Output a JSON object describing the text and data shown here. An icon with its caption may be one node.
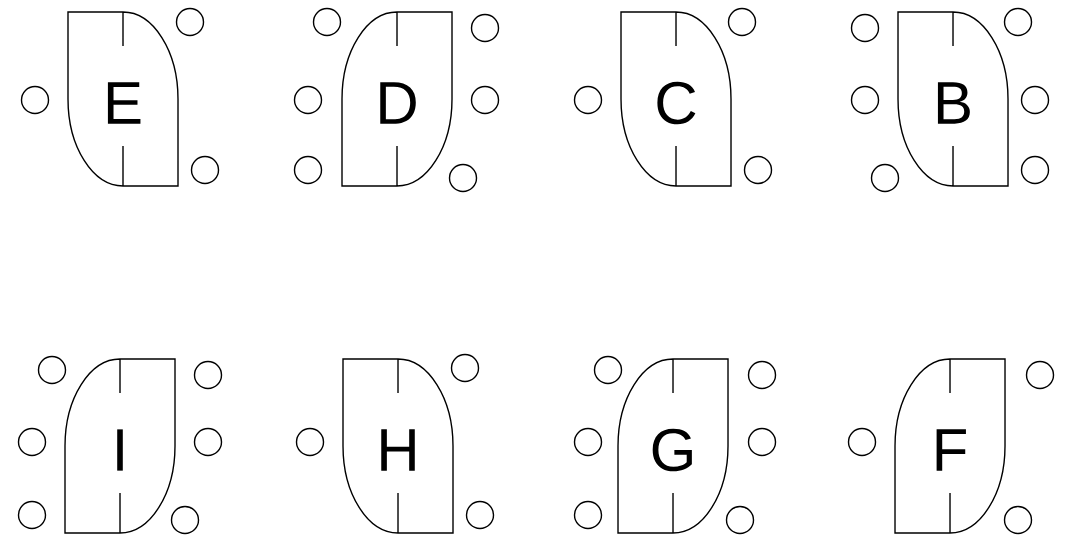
{
  "diagram": {
    "nodes": [
      {
        "text": [
          "E"
        ]
      },
      {
        "text": [
          "D"
        ]
      },
      {
        "text": [
          "C"
        ]
      },
      {
        "text": [
          "B"
        ]
      },
      {
        "text": [
          "I"
        ]
      },
      {
        "text": [
          "H"
        ]
      },
      {
        "text": [
          "G"
        ]
      },
      {
        "text": [
          "F"
        ]
      },
      {
        "text": [],
        "shape": "circle"
      },
      {
        "text": [],
        "shape": "circle"
      },
      {
        "text": [],
        "shape": "circle"
      },
      {
        "text": [],
        "shape": "circle"
      },
      {
        "text": [],
        "shape": "circle"
      },
      {
        "text": [],
        "shape": "circle"
      },
      {
        "text": [],
        "shape": "circle"
      },
      {
        "text": [],
        "shape": "circle"
      },
      {
        "text": [],
        "shape": "circle"
      },
      {
        "text": [],
        "shape": "circle"
      },
      {
        "text": [],
        "shape": "circle"
      },
      {
        "text": [],
        "shape": "circle"
      },
      {
        "text": [],
        "shape": "circle"
      },
      {
        "text": [],
        "shape": "circle"
      },
      {
        "text": [],
        "shape": "circle"
      },
      {
        "text": [],
        "shape": "circle"
      },
      {
        "text": [],
        "shape": "circle"
      },
      {
        "text": [],
        "shape": "circle"
      },
      {
        "text": [],
        "shape": "circle"
      },
      {
        "text": [],
        "shape": "circle"
      },
      {
        "text": [],
        "shape": "circle"
      },
      {
        "text": [],
        "shape": "circle"
      },
      {
        "text": [],
        "shape": "circle"
      },
      {
        "text": [],
        "shape": "circle"
      },
      {
        "text": [],
        "shape": "circle"
      },
      {
        "text": [],
        "shape": "circle"
      },
      {
        "text": [],
        "shape": "circle"
      },
      {
        "text": [],
        "shape": "circle"
      },
      {
        "text": [],
        "shape": "circle"
      },
      {
        "text": [],
        "shape": "circle"
      },
      {
        "text": [],
        "shape": "circle"
      },
      {
        "text": [],
        "shape": "circle"
      },
      {
        "text": [],
        "shape": "circle"
      },
      {
        "text": [],
        "shape": "circle"
      },
      {
        "text": [],
        "shape": "circle"
      },
      {
        "text": [],
        "shape": "circle"
      }
    ]
  }
}
